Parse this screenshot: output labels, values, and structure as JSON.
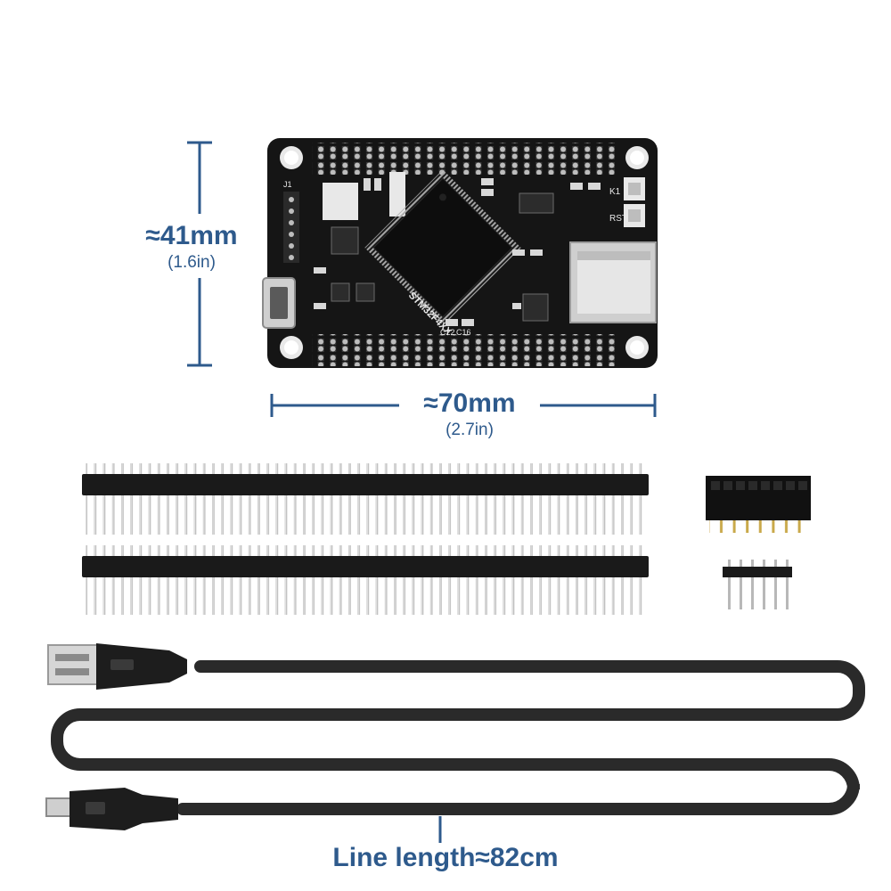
{
  "labels": {
    "height_mm": "≈41mm",
    "height_in": "(1.6in)",
    "width_mm": "≈70mm",
    "width_in": "(2.7in)",
    "cable_length": "Line length≈82cm"
  },
  "board_silkscreen": {
    "chip_label": "STM32F4XX",
    "rst": "RST",
    "k1": "K1",
    "j1": "J1",
    "c22": "C22",
    "c16": "C16"
  },
  "colors": {
    "dimension": "#2e5a8c",
    "pcb": "#151515",
    "silkscreen": "#e8e8e8",
    "cable": "#2a2a2a"
  },
  "icons": {
    "usb_a": "usb-a-plug-icon",
    "micro_usb": "micro-usb-plug-icon"
  }
}
